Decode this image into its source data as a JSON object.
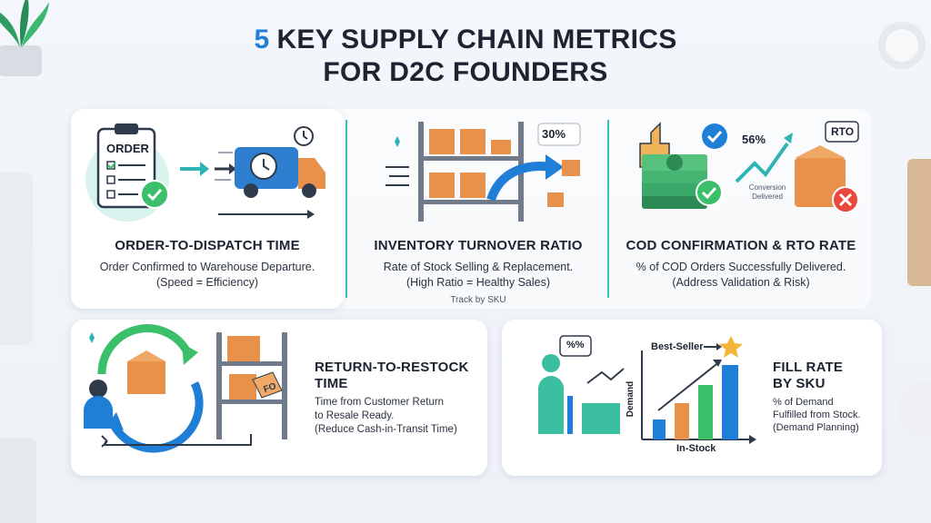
{
  "header": {
    "number": "5",
    "line1": "KEY SUPPLY CHAIN METRICS",
    "line2": "FOR D2C FOUNDERS"
  },
  "metrics": [
    {
      "title": "ORDER-TO-DISPATCH TIME",
      "line1": "Order Confirmed to Warehouse Departure.",
      "line2": "(Speed = Efficiency)",
      "icon_text": "ORDER"
    },
    {
      "title": "INVENTORY TURNOVER RATIO",
      "line1": "Rate of Stock Selling & Replacement.",
      "line2": "(High Ratio = Healthy Sales)",
      "note": "Track by SKU",
      "badge": "30%"
    },
    {
      "title": "COD CONFIRMATION & RTO RATE",
      "line1": "% of COD Orders Successfully Delivered.",
      "line2": "(Address Validation & Risk)",
      "pct": "56%",
      "tag": "RTO",
      "chart_label1": "Conversion",
      "chart_label2": "Delivered"
    },
    {
      "title_line1": "RETURN-TO-RESTOCK",
      "title_line2": "TIME",
      "line1": "Time from Customer Return",
      "line2": "to Resale Ready.",
      "line3": "(Reduce Cash-in-Transit Time)",
      "tag": "FO"
    },
    {
      "title_line1": "FILL RATE",
      "title_line2": "BY SKU",
      "line1": "% of Demand",
      "line2": "Fulfilled from Stock.",
      "line3": "(Demand Planning)",
      "badge": "%%",
      "best": "Best-Seller",
      "ylabel": "Demand",
      "xlabel": "In-Stock"
    }
  ],
  "colors": {
    "teal": "#2fb4b6",
    "blue": "#1f7fd6",
    "orange": "#e8914a",
    "green": "#3bbf6a",
    "red": "#e9483f"
  }
}
